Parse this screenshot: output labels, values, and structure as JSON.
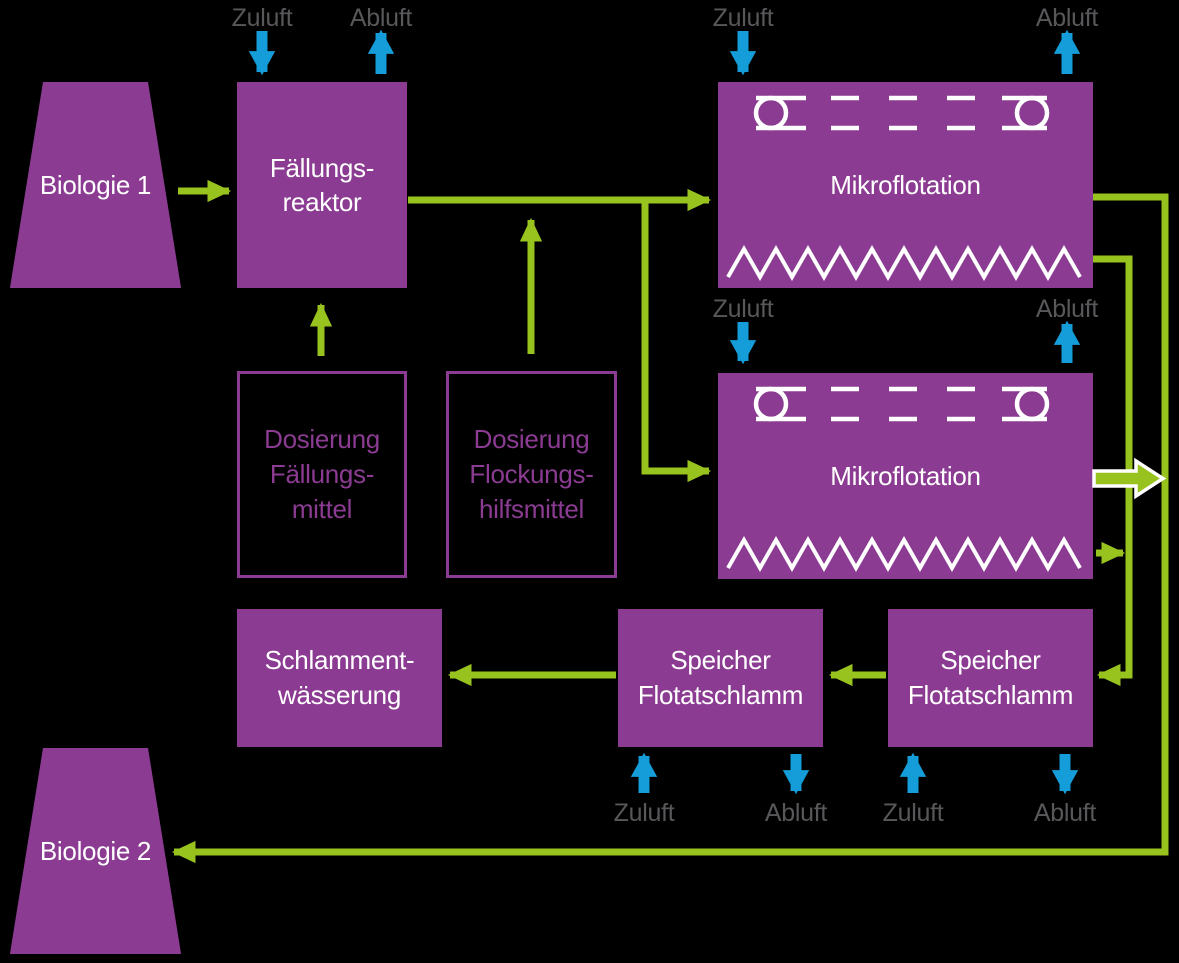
{
  "diagram": {
    "type": "process-flow",
    "language": "de",
    "subject": "Mikroflotation wastewater treatment flow scheme"
  },
  "colors": {
    "node_purple": "#8B3B91",
    "flow_green": "#98C21E",
    "air_blue": "#149DD8",
    "air_label_grey": "#58585B",
    "text_white": "#FFFFFF",
    "background": "#000000"
  },
  "labels": {
    "zuluft": "Zuluft",
    "abluft": "Abluft"
  },
  "icons": {
    "scraper": "flotation-scraper-conveyor",
    "water": "zigzag-water-surface",
    "flow_arrow": "green-flow-arrow",
    "air_arrow": "blue-air-arrow",
    "clearwater_arrow": "hollow-outlined-arrow"
  },
  "nodes": {
    "biologie_1": {
      "label": "Biologie 1"
    },
    "faellungsreaktor": {
      "lines": [
        "Fällungs-",
        "reaktor"
      ]
    },
    "mikroflotation_1": {
      "label": "Mikroflotation"
    },
    "mikroflotation_2": {
      "label": "Mikroflotation"
    },
    "dosierung_faellungsmittel": {
      "lines": [
        "Dosierung",
        "Fällungs-",
        "mittel"
      ]
    },
    "dosierung_flockungshilfsmittel": {
      "lines": [
        "Dosierung",
        "Flockungs-",
        "hilfsmittel"
      ]
    },
    "schlammentwaesserung": {
      "lines": [
        "Schlamment-",
        "wässerung"
      ]
    },
    "speicher_flotatschlamm_links": {
      "lines": [
        "Speicher",
        "Flotatschlamm"
      ]
    },
    "speicher_flotatschlamm_rechts": {
      "lines": [
        "Speicher",
        "Flotatschlamm"
      ]
    },
    "biologie_2": {
      "label": "Biologie 2"
    }
  }
}
